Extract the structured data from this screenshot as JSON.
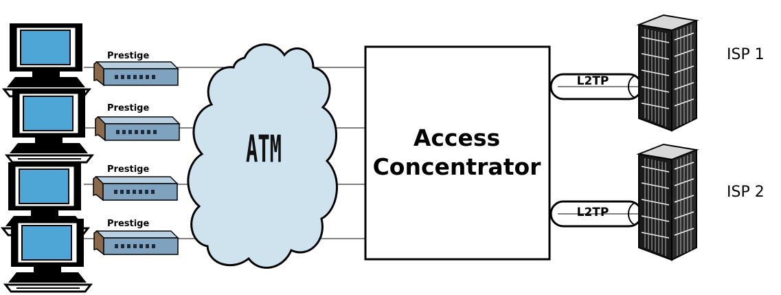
{
  "diagram": {
    "devices": [
      {
        "label": "Prestige"
      },
      {
        "label": "Prestige"
      },
      {
        "label": "Prestige"
      },
      {
        "label": "Prestige"
      }
    ],
    "network": {
      "label": "ATM"
    },
    "concentrator": {
      "line1": "Access",
      "line2": "Concentrator"
    },
    "tunnels": [
      {
        "label": "L2TP"
      },
      {
        "label": "L2TP"
      }
    ],
    "isps": [
      {
        "label": "ISP 1"
      },
      {
        "label": "ISP 2"
      }
    ],
    "colors": {
      "monitor_screen": "#4da6d6",
      "modem_body": "#7fa3bf",
      "modem_top": "#b9d0e2",
      "modem_side": "#8a6a4a",
      "cloud": "#cfe3ee",
      "building_face": "#1a1a1a"
    }
  }
}
